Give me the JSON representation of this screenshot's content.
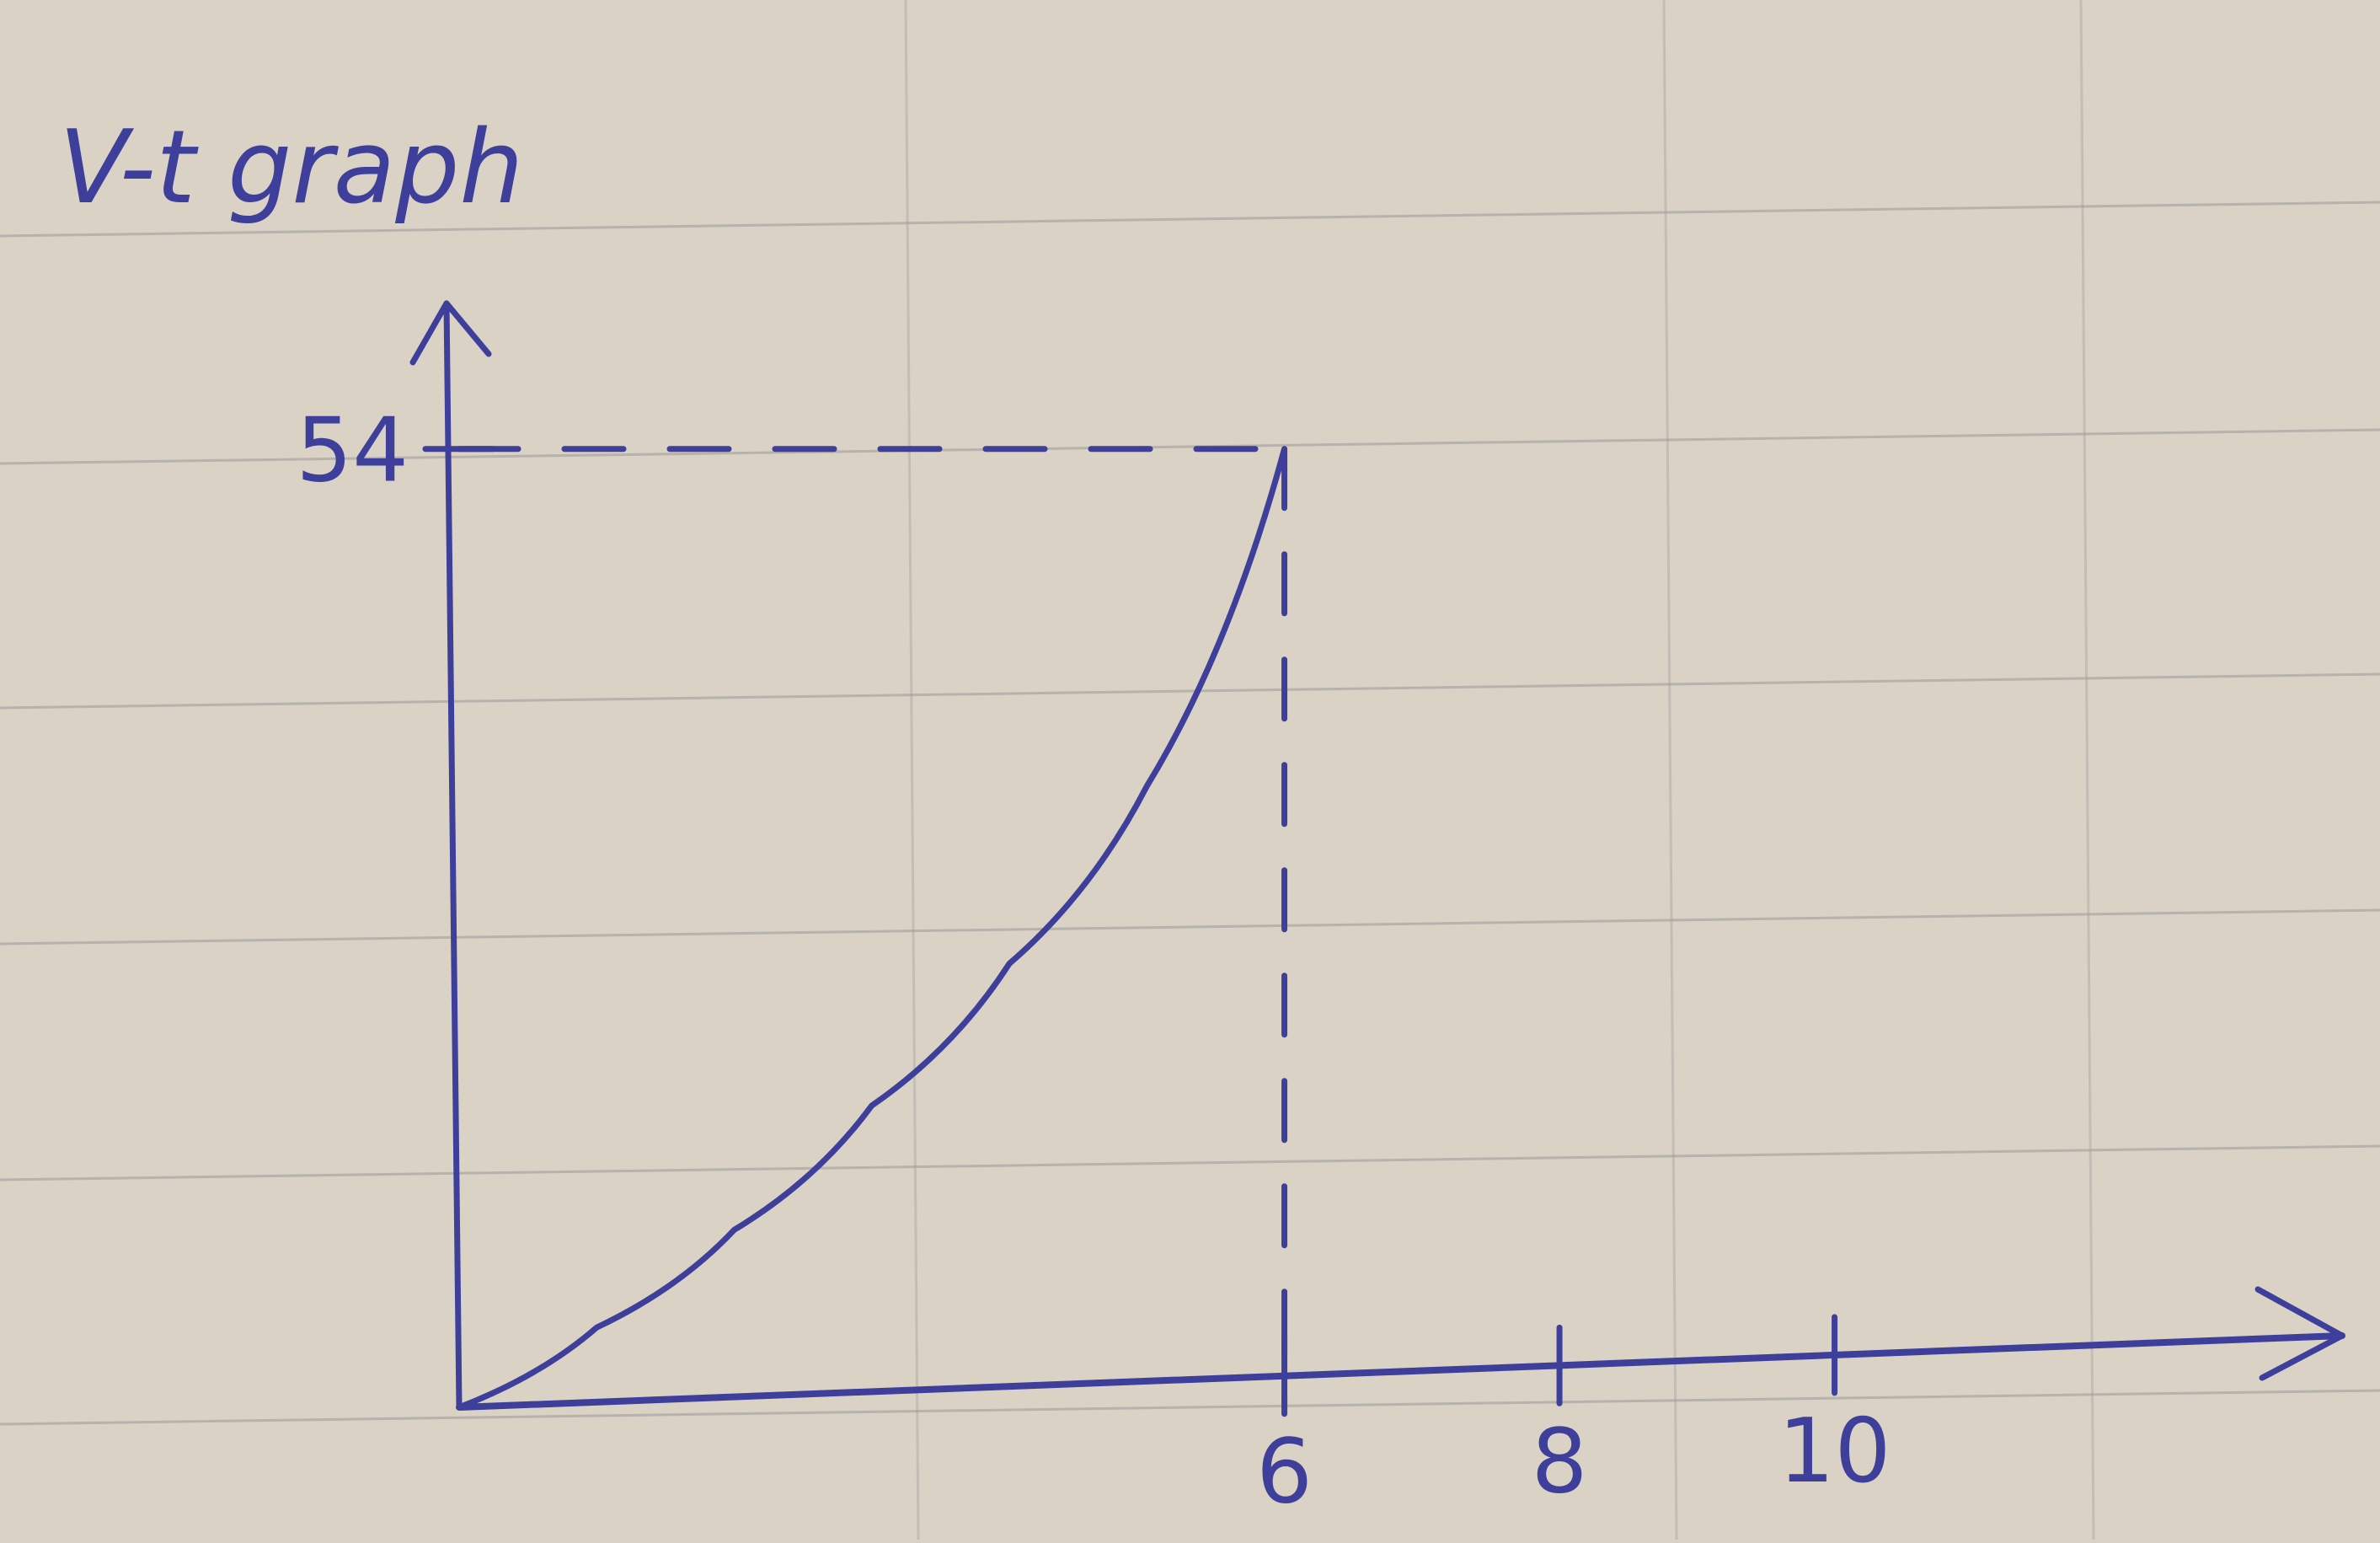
{
  "colors": {
    "paper": "#d9d2c5",
    "ruled_line": "#9a9a9a",
    "ink": "#3d3f9a"
  },
  "chart_data": {
    "type": "line",
    "title": "V-t graph",
    "xlabel": "",
    "ylabel": "",
    "x_ticks": [
      6,
      8,
      10
    ],
    "y_ticks": [
      54
    ],
    "xlim": [
      0,
      13.2
    ],
    "ylim": [
      0,
      66
    ],
    "grid": false,
    "series": [
      {
        "points": [
          [
            0,
            0
          ],
          [
            1,
            4.5
          ],
          [
            2,
            10
          ],
          [
            3,
            17
          ],
          [
            4,
            25
          ],
          [
            5,
            35
          ],
          [
            6,
            54
          ]
        ]
      }
    ],
    "guides": [
      {
        "from": [
          0,
          54
        ],
        "to": [
          6,
          54
        ],
        "style": "dashed"
      },
      {
        "from": [
          6,
          54
        ],
        "to": [
          6,
          0
        ],
        "style": "dashed"
      }
    ],
    "tick_labels": {
      "x": [
        "6",
        "8",
        "10"
      ],
      "y": [
        "54"
      ]
    }
  }
}
